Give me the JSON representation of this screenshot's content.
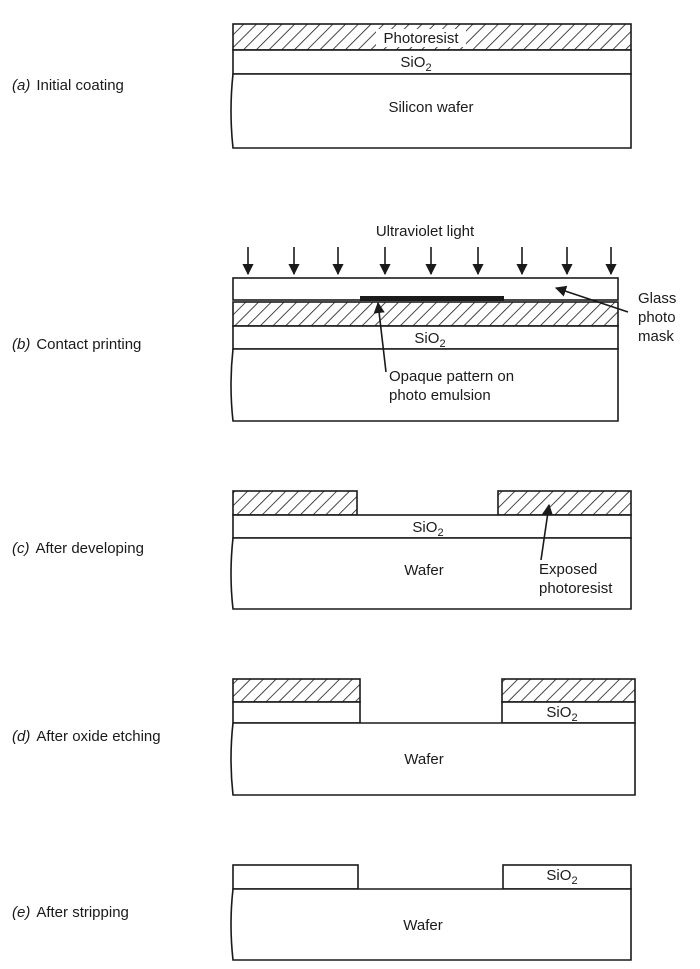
{
  "steps": [
    {
      "letter": "(a)",
      "label": "Initial coating"
    },
    {
      "letter": "(b)",
      "label": "Contact printing"
    },
    {
      "letter": "(c)",
      "label": "After developing"
    },
    {
      "letter": "(d)",
      "label": "After oxide etching"
    },
    {
      "letter": "(e)",
      "label": "After stripping"
    }
  ],
  "layers": {
    "photoresist": "Photoresist",
    "oxide": "SiO",
    "oxide_sub": "2",
    "silicon_wafer": "Silicon wafer",
    "wafer": "Wafer"
  },
  "annotations": {
    "uv_light": "Ultraviolet light",
    "glass_mask": [
      "Glass",
      "photo",
      "mask"
    ],
    "opaque_pattern": [
      "Opaque pattern on",
      "photo emulsion"
    ],
    "exposed_photoresist": [
      "Exposed",
      "photoresist"
    ]
  }
}
